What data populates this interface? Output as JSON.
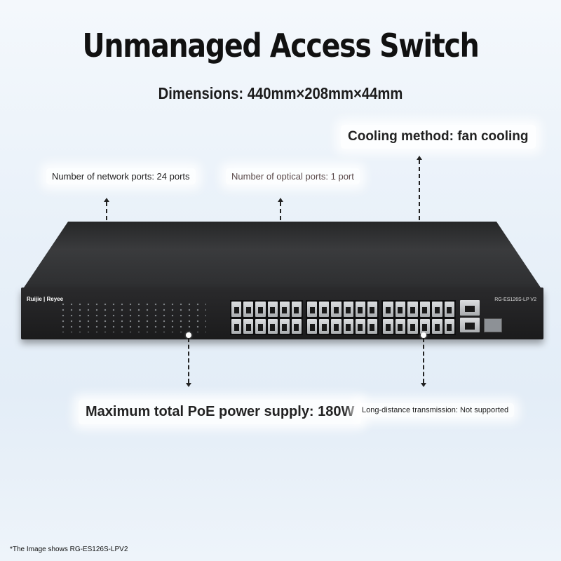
{
  "title": "Unmanaged Access Switch",
  "dimensions": "Dimensions: 440mm×208mm×44mm",
  "callouts": {
    "network_ports": "Number of network ports: 24 ports",
    "optical_ports": "Number of optical ports: 1 port",
    "cooling": "Cooling method: fan cooling",
    "poe_power": "Maximum total PoE power supply: 180W",
    "long_distance": "Long-distance transmission: Not supported"
  },
  "device": {
    "brand": "Ruijie | Reyee",
    "model": "RG-ES126S-LP V2"
  },
  "footnote": "*The Image shows RG-ES126S-LPV2"
}
